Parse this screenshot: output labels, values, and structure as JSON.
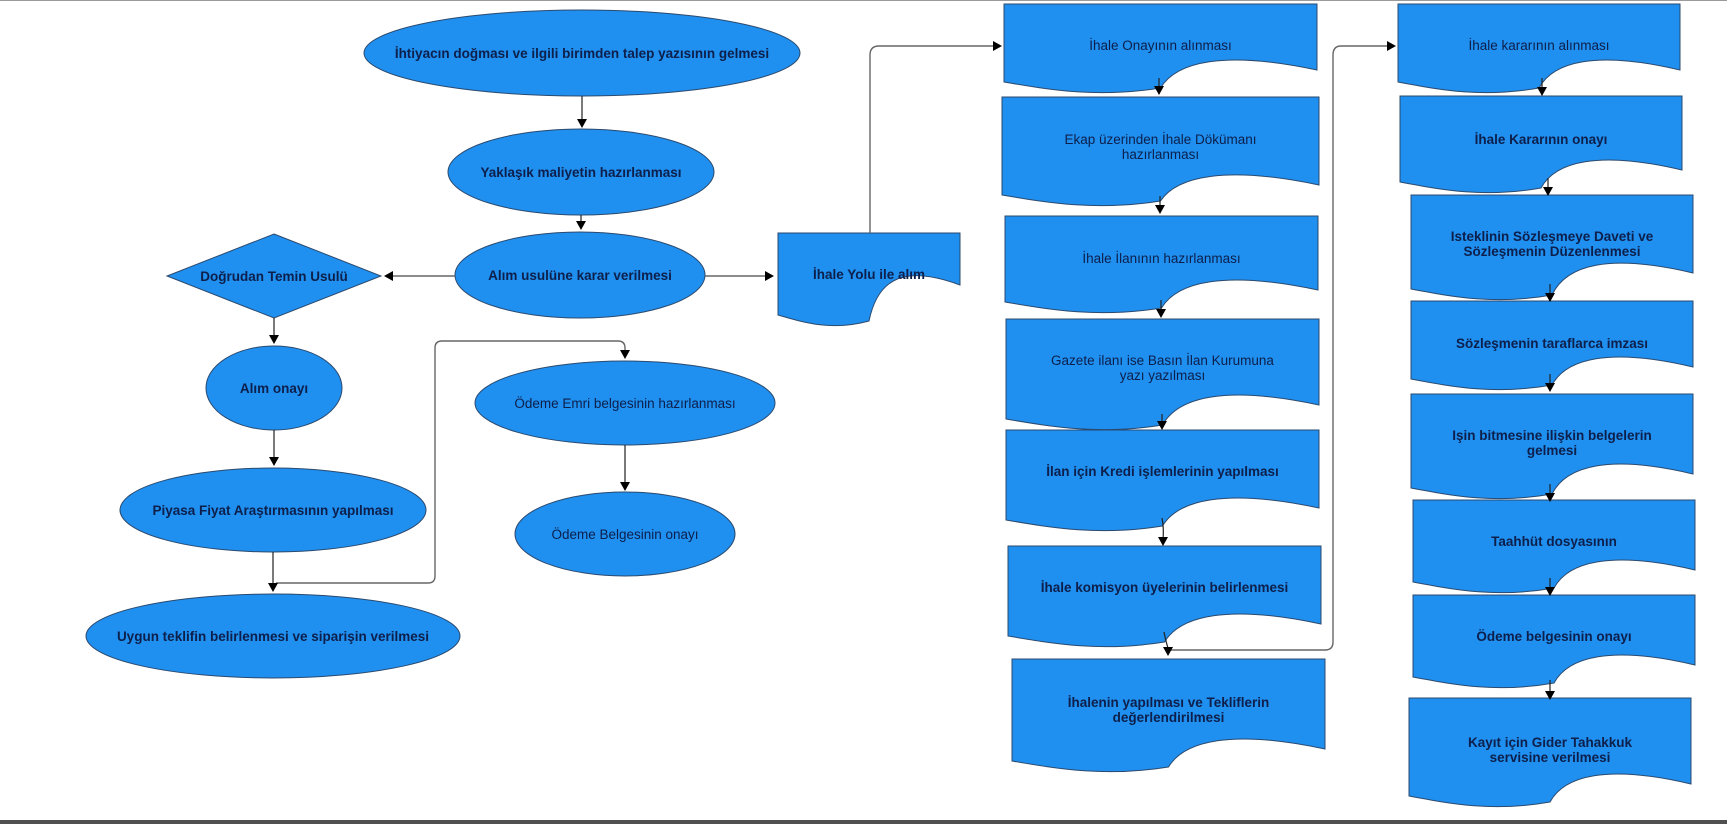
{
  "diagram": {
    "fill_color": "#1f8ff0",
    "text_color": "#0d1f4a",
    "nodes": {
      "n1": "İhtiyacın doğması ve ilgili birimden talep yazısının gelmesi",
      "n2": "Yaklaşık maliyetin hazırlanması",
      "n3": "Alım usulüne karar verilmesi",
      "d1": "Doğrudan Temin Usulü",
      "l1": "Alım onayı",
      "l2": "Piyasa Fiyat Araştırmasının yapılması",
      "l3": "Uygun teklifin belirlenmesi ve siparişin verilmesi",
      "m1": "Ödeme Emri belgesinin hazırlanması",
      "m2": "Ödeme Belgesinin onayı",
      "ih": "İhale Yolu ile alım",
      "c1": "İhale Onayının alınması",
      "c2": "Ekap üzerinden İhale Dökümanı\nhazırlanması",
      "c3": "İhale İlanının hazırlanması",
      "c4": "Gazete ilanı ise Basın İlan Kurumuna\nyazı yazılması",
      "c5": "İlan için Kredi işlemlerinin yapılması",
      "c6": "İhale komisyon üyelerinin belirlenmesi",
      "c7": "İhalenin yapılması ve Tekliflerin\ndeğerlendirilmesi",
      "r1": "İhale kararının alınması",
      "r2": "İhale Kararının onayı",
      "r3": "Isteklinin Sözleşmeye Daveti ve\nSözleşmenin Düzenlenmesi",
      "r4": "Sözleşmenin taraflarca imzası",
      "r5": "Işin bitmesine ilişkin belgelerin\ngelmesi",
      "r6": "Taahhüt dosyasının",
      "r7": "Ödeme belgesinin onayı",
      "r8": "Kayıt için Gider Tahakkuk\nservisine verilmesi"
    }
  }
}
